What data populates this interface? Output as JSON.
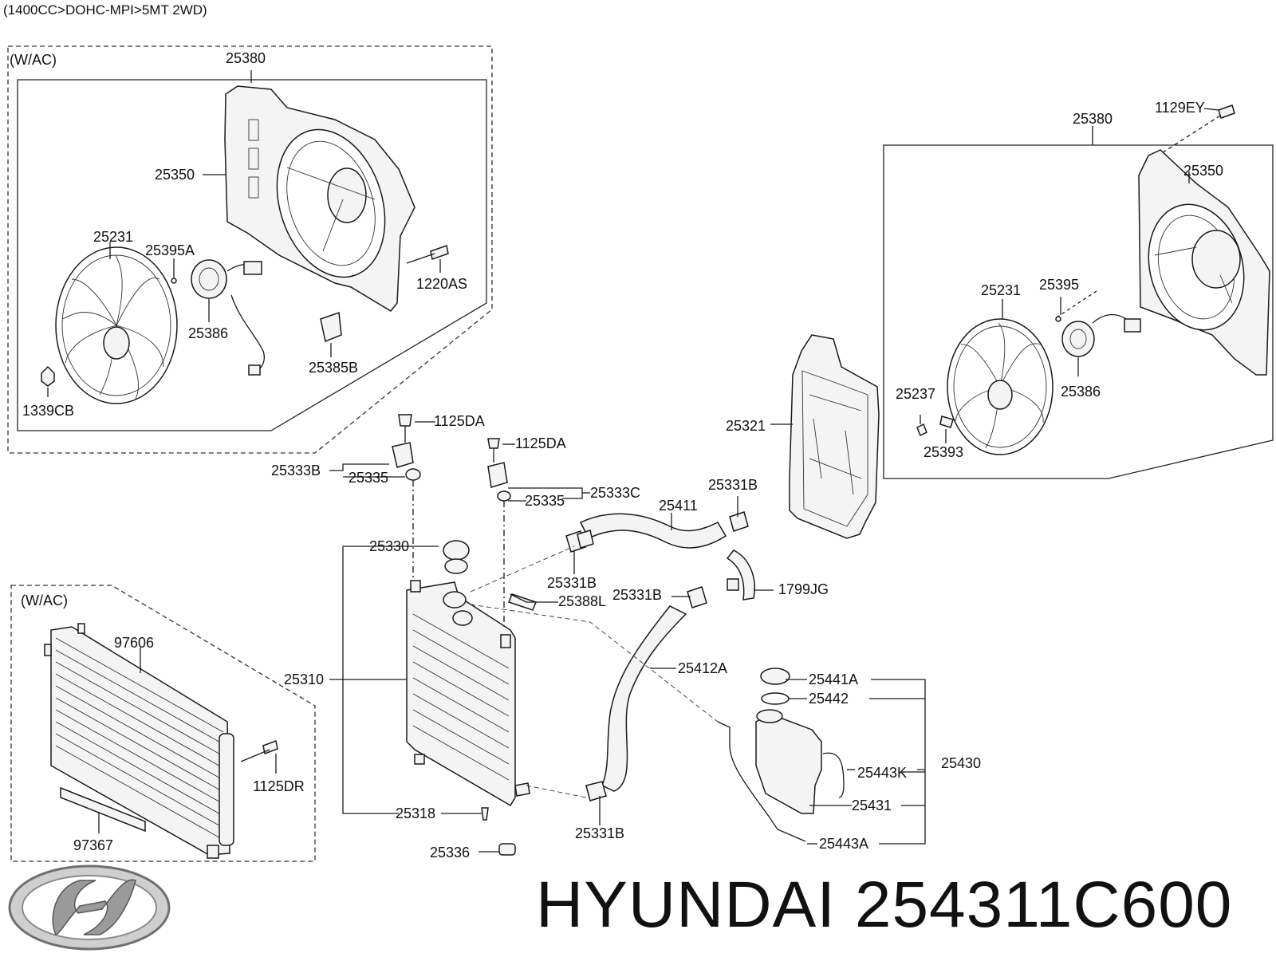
{
  "header": {
    "spec": "(1400CC>DOHC-MPI>5MT 2WD)"
  },
  "groups": {
    "ac_fan": "(W/AC)",
    "ac_condenser": "(W/AC)"
  },
  "labels": {
    "l25380a": "25380",
    "l25350a": "25350",
    "l25231a": "25231",
    "l25395A": "25395A",
    "l1220AS": "1220AS",
    "l25386a": "25386",
    "l25385B": "25385B",
    "l1339CB": "1339CB",
    "l25380b": "25380",
    "l1129EY": "1129EY",
    "l25350b": "25350",
    "l25231b": "25231",
    "l25395": "25395",
    "l25386b": "25386",
    "l25237": "25237",
    "l25393": "25393",
    "l25321": "25321",
    "l1125DAa": "1125DA",
    "l1125DAb": "1125DA",
    "l25333B": "25333B",
    "l25335a": "25335",
    "l25335b": "25335",
    "l25333C": "25333C",
    "l25331Ba": "25331B",
    "l25411": "25411",
    "l25330": "25330",
    "l25331Bb": "25331B",
    "l25388L": "25388L",
    "l25331Bc": "25331B",
    "l1799JG": "1799JG",
    "l25310": "25310",
    "l25412A": "25412A",
    "l25441A": "25441A",
    "l25442": "25442",
    "l25430": "25430",
    "l25443K": "25443K",
    "l25431": "25431",
    "l25443A": "25443A",
    "l25318": "25318",
    "l25331Bd": "25331B",
    "l25336": "25336",
    "l97606": "97606",
    "l1125DR": "1125DR",
    "l97367": "97367"
  },
  "brand": {
    "name": "HYUNDAI",
    "part_number": "254311C600"
  }
}
